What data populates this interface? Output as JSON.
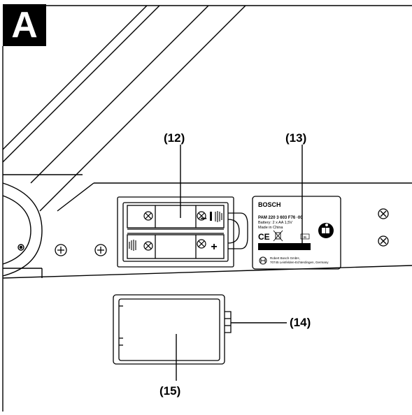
{
  "figure": {
    "panel_label": "A",
    "callouts": {
      "c12": "(12)",
      "c13": "(13)",
      "c14": "(14)",
      "c15": "(15)"
    },
    "nameplate": {
      "brand": "BOSCH",
      "model": "PAM 220   3 603 F76 ·00",
      "battery": "Battery: 2 x AA 1,5V",
      "origin": "Made in China",
      "ce_mark": "CE",
      "class_mark": "IIIi",
      "company": "Robert Bosch GmbH,",
      "address": "70745 Leinfelden-Echterdingen, Germany"
    },
    "battery_polarity": {
      "minus_top": "−",
      "plus_bottom": "+"
    }
  }
}
